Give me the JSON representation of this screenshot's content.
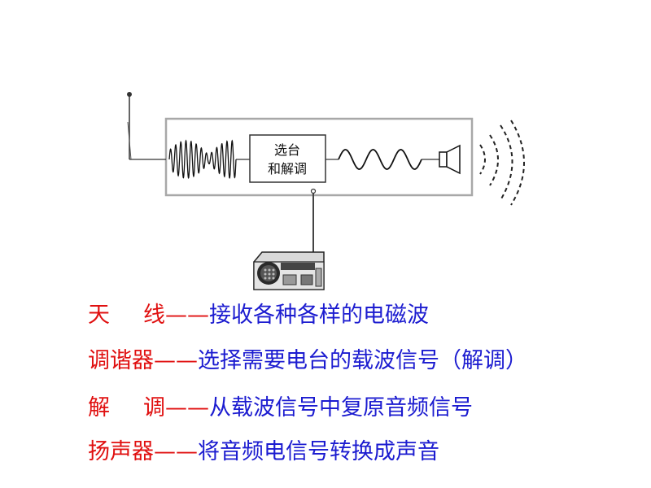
{
  "diagram": {
    "box_label_line1": "选台",
    "box_label_line2": "和解调"
  },
  "rows": [
    {
      "term_chars": [
        "天",
        "线"
      ],
      "dash": "——",
      "desc": "接收各种各样的电磁波"
    },
    {
      "term": "调谐器",
      "dash": "——",
      "desc": "选择需要电台的载波信号（解调）"
    },
    {
      "term_chars": [
        "解",
        "调"
      ],
      "dash": "——",
      "desc": "从载波信号中复原音频信号"
    },
    {
      "term": "扬声器",
      "dash": "——",
      "desc": "将音频电信号转换成声音"
    }
  ],
  "colors": {
    "term": "#e01010",
    "desc": "#1c1cd0"
  }
}
